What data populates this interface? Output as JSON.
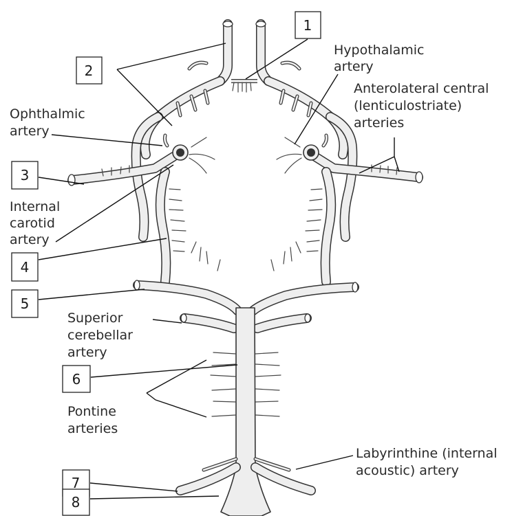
{
  "labels": {
    "hypothalamic": [
      "Hypothalamic",
      "artery"
    ],
    "anterolateral": [
      "Anterolateral central",
      "(lenticulostriate)",
      "arteries"
    ],
    "ophthalmic": [
      "Ophthalmic",
      "artery"
    ],
    "internal_carotid": [
      "Internal",
      "carotid",
      "artery"
    ],
    "superior_cerebellar": [
      "Superior",
      "cerebellar",
      "artery"
    ],
    "pontine": [
      "Pontine",
      "arteries"
    ],
    "labyrinthine": [
      "Labyrinthine (internal",
      "acoustic) artery"
    ]
  },
  "boxes": [
    "1",
    "2",
    "3",
    "4",
    "5",
    "6",
    "7",
    "8"
  ]
}
